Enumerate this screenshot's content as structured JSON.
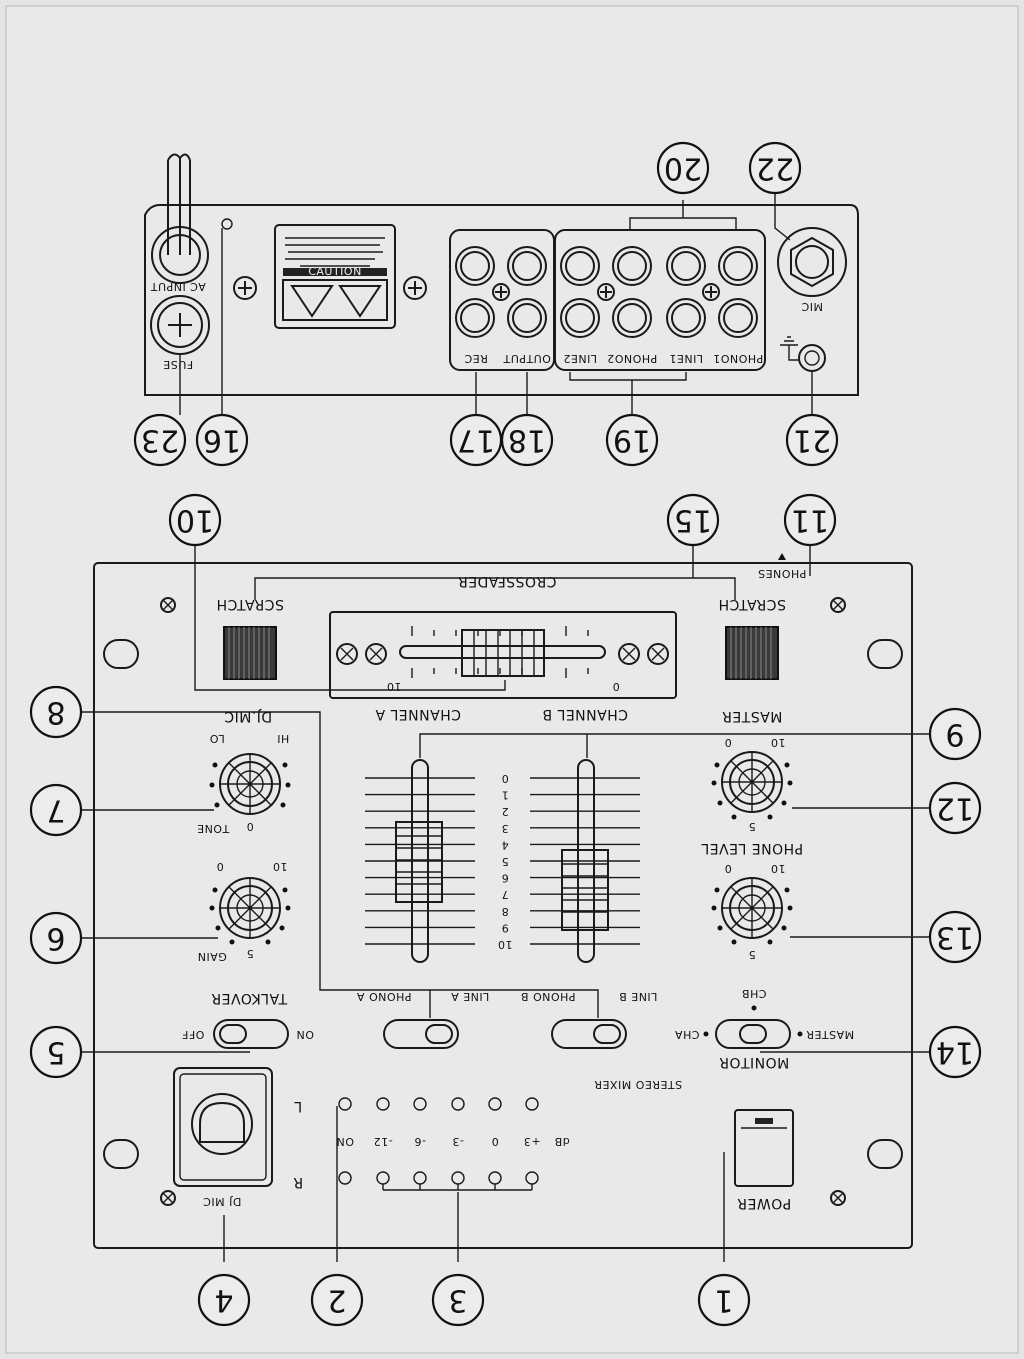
{
  "rear_panel": {
    "labels": {
      "ac_input": "AC INPUT",
      "fuse": "FUSE",
      "rec": "REC",
      "output": "OUTPUT",
      "line2": "LINE2",
      "phono2": "PHONO2",
      "line1": "LINE1",
      "phono1": "PHONO1",
      "mic": "MIC"
    },
    "warning_label": "CAUTION"
  },
  "front_panel": {
    "labels": {
      "crossfader": "CROSSFADER",
      "scratch_left": "SCRATCH",
      "scratch_right": "SCRATCH",
      "phones": "PHONES",
      "dj_mic": "DJ.MIC",
      "lo": "LO",
      "hi": "HI",
      "tone": "TONE",
      "gain": "GAIN",
      "channel_a": "CHANNEL A",
      "channel_b": "CHANNEL B",
      "master": "MASTER",
      "phone_level": "PHONE LEVEL",
      "talkover": "TALKOVER",
      "off": "OFF",
      "on": "ON",
      "phono_a": "PHONO A",
      "line_a": "LINE A",
      "phono_b": "PHONO B",
      "line_b": "LINE B",
      "cha": "CHA",
      "chb": "CHB",
      "master_monitor": "MASTER",
      "monitor": "MONITOR",
      "stereo_mixer": "STEREO MIXER",
      "left": "L",
      "right": "R",
      "dj_mic_jack": "DJ MIC",
      "power": "POWER"
    },
    "knob_scale": {
      "min": "0",
      "max": "10",
      "mid": "5"
    },
    "crossfader_scale": {
      "left": "10",
      "right": "0"
    },
    "fader_scale": [
      "0",
      "1",
      "2",
      "3",
      "4",
      "5",
      "6",
      "7",
      "8",
      "9",
      "10"
    ],
    "vu_labels": [
      "ON",
      "-12",
      "-6",
      "-3",
      "0",
      "+3",
      "dB"
    ]
  },
  "callouts": [
    "1",
    "2",
    "3",
    "4",
    "5",
    "6",
    "7",
    "8",
    "9",
    "10",
    "11",
    "12",
    "13",
    "14",
    "15",
    "16",
    "17",
    "18",
    "19",
    "20",
    "21",
    "22",
    "23"
  ]
}
